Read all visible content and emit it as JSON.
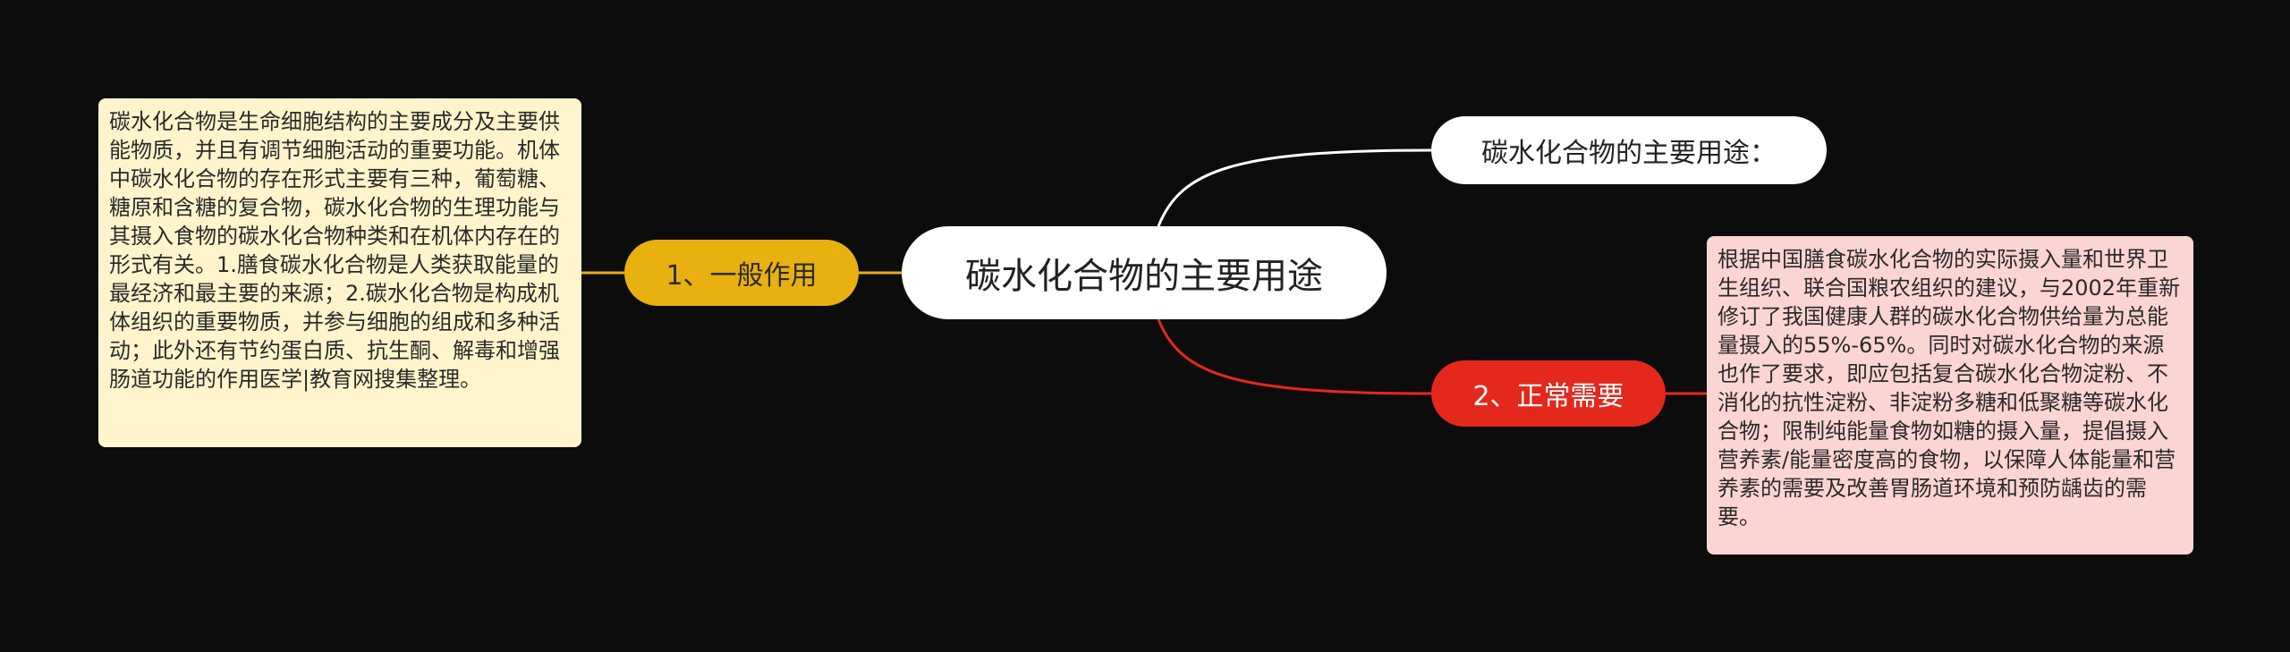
{
  "colors": {
    "background": "#0c0c0c",
    "central": "#ffffff",
    "general_branch": "#e8b10f",
    "general_note": "#fff4cc",
    "uses_branch": "#ffffff",
    "needs_branch": "#e5281c",
    "needs_note": "#fbd5d2"
  },
  "mindmap": {
    "central": "碳水化合物的主要用途",
    "branches": {
      "general": {
        "label": "1、一般作用",
        "note": "碳水化合物是生命细胞结构的主要成分及主要供能物质，并且有调节细胞活动的重要功能。机体中碳水化合物的存在形式主要有三种，葡萄糖、糖原和含糖的复合物，碳水化合物的生理功能与其摄入食物的碳水化合物种类和在机体内存在的形式有关。1.膳食碳水化合物是人类获取能量的最经济和最主要的来源；2.碳水化合物是构成机体组织的重要物质，并参与细胞的组成和多种活动；此外还有节约蛋白质、抗生酮、解毒和增强肠道功能的作用医学|教育网搜集整理。"
      },
      "uses_title": {
        "label": "碳水化合物的主要用途："
      },
      "normal_needs": {
        "label": "2、正常需要",
        "note": "根据中国膳食碳水化合物的实际摄入量和世界卫生组织、联合国粮农组织的建议，与2002年重新修订了我国健康人群的碳水化合物供给量为总能量摄入的55%-65%。同时对碳水化合物的来源也作了要求，即应包括复合碳水化合物淀粉、不消化的抗性淀粉、非淀粉多糖和低聚糖等碳水化合物；限制纯能量食物如糖的摄入量，提倡摄入营养素/能量密度高的食物，以保障人体能量和营养素的需要及改善胃肠道环境和预防龋齿的需要。"
      }
    }
  }
}
